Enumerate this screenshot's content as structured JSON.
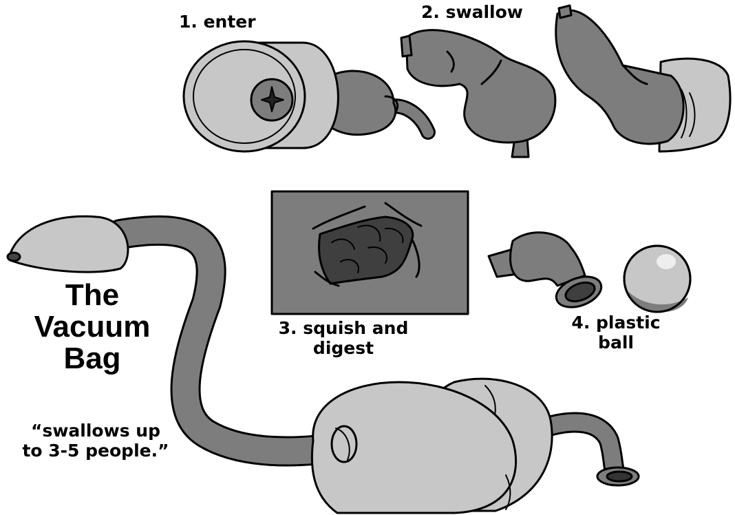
{
  "steps": {
    "enter": "1. enter",
    "swallow": "2. swallow",
    "digest_line1": "3. squish and",
    "digest_line2": "digest",
    "ball_line1": "4. plastic",
    "ball_line2": "ball"
  },
  "title": {
    "line1": "The",
    "line2": "Vacuum",
    "line3": "Bag"
  },
  "tagline": {
    "line1": "“swallows up",
    "line2": "to 3-5 people.”"
  },
  "palette": {
    "dark_gray": "#7d7d7d",
    "light_gray": "#c7c7c7",
    "darkest": "#3f3f3f",
    "outline": "#000000"
  }
}
